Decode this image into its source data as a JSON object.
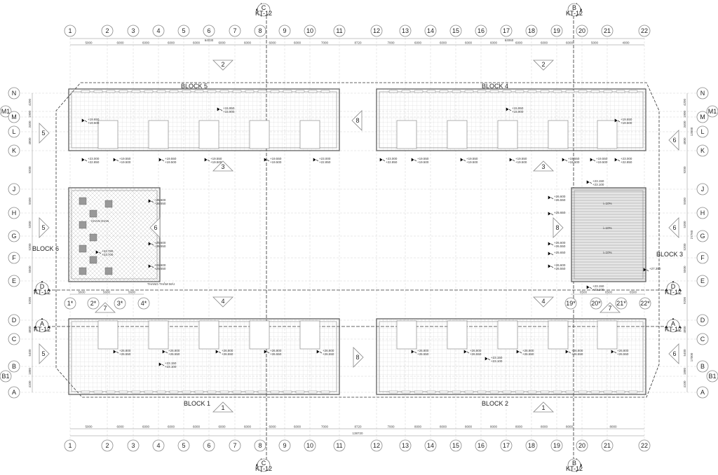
{
  "columns": [
    "1",
    "2",
    "3",
    "4",
    "5",
    "6",
    "7",
    "8",
    "9",
    "10",
    "11",
    "12",
    "13",
    "14",
    "15",
    "16",
    "17",
    "18",
    "19",
    "20",
    "21",
    "22"
  ],
  "rows": [
    "N",
    "M1",
    "M",
    "L",
    "K",
    "J",
    "H",
    "G",
    "F",
    "E",
    "D",
    "C",
    "B",
    "B1",
    "A"
  ],
  "sub_columns_left": [
    "1*",
    "2*",
    "3*",
    "4*"
  ],
  "sub_columns_right": [
    "19*",
    "20*",
    "21*",
    "22*"
  ],
  "top_dims": [
    "5000",
    "6000",
    "6000",
    "6000",
    "6000",
    "6000",
    "6000",
    "6000",
    "6000",
    "7000",
    "8720",
    "7000",
    "6000",
    "6000",
    "6000",
    "6000",
    "6000",
    "6000",
    "6000",
    "5000",
    "4000",
    "5000"
  ],
  "top_totals": [
    "64030",
    "64060"
  ],
  "bottom_dims": [
    "5000",
    "6000",
    "6000",
    "6000",
    "6000",
    "6000",
    "6000",
    "6000",
    "6000",
    "7000",
    "8720",
    "7000",
    "8000",
    "8000",
    "8000",
    "8000",
    "8000",
    "8000",
    "8000",
    "8000",
    "9000"
  ],
  "bottom_total": "138720",
  "row_dims_left": [
    "4200",
    "1900",
    "3400",
    "4800",
    "9200",
    "5500",
    "5300",
    "5200",
    "5500",
    "9200",
    "4800",
    "5400",
    "1880",
    "4100"
  ],
  "row_totals_right": [
    "13500",
    "27760",
    "17000"
  ],
  "sub_dims": [
    "5600",
    "5600",
    "5600",
    "6500",
    "6500",
    "6500"
  ],
  "sections": {
    "C": {
      "letter": "C",
      "sheet": "KT-12"
    },
    "B": {
      "letter": "B",
      "sheet": "KT-12"
    },
    "D": {
      "letter": "D",
      "sheet": "KT-12"
    },
    "A": {
      "letter": "A",
      "sheet": "KT-12"
    }
  },
  "blocks": {
    "block1": "BLOCK 1",
    "block2": "BLOCK 2",
    "block3": "BLOCK 3",
    "block4": "BLOCK 4",
    "block5": "BLOCK 5",
    "block6": "BLOCK 6"
  },
  "annotations": {
    "garden": "CHAN GIAN",
    "stair": "THANG THẢM MÁI",
    "slope": "i=10%"
  },
  "view_markers": [
    "1",
    "2",
    "3",
    "4",
    "5",
    "6",
    "7",
    "8"
  ],
  "elevations": [
    [
      "+19.650",
      "+19.500"
    ],
    [
      "+15.950",
      "+15.900"
    ],
    [
      "+23.000",
      "+22.850"
    ],
    [
      "+19.550",
      "+19.500"
    ],
    [
      "+26.600",
      "+26.550"
    ],
    [
      "+23.150",
      "+23.100"
    ],
    [
      "+25.650"
    ],
    [
      "+27.350"
    ],
    [
      "+26.800",
      "+26.550"
    ],
    [
      "+23.750",
      "+23.700"
    ]
  ]
}
